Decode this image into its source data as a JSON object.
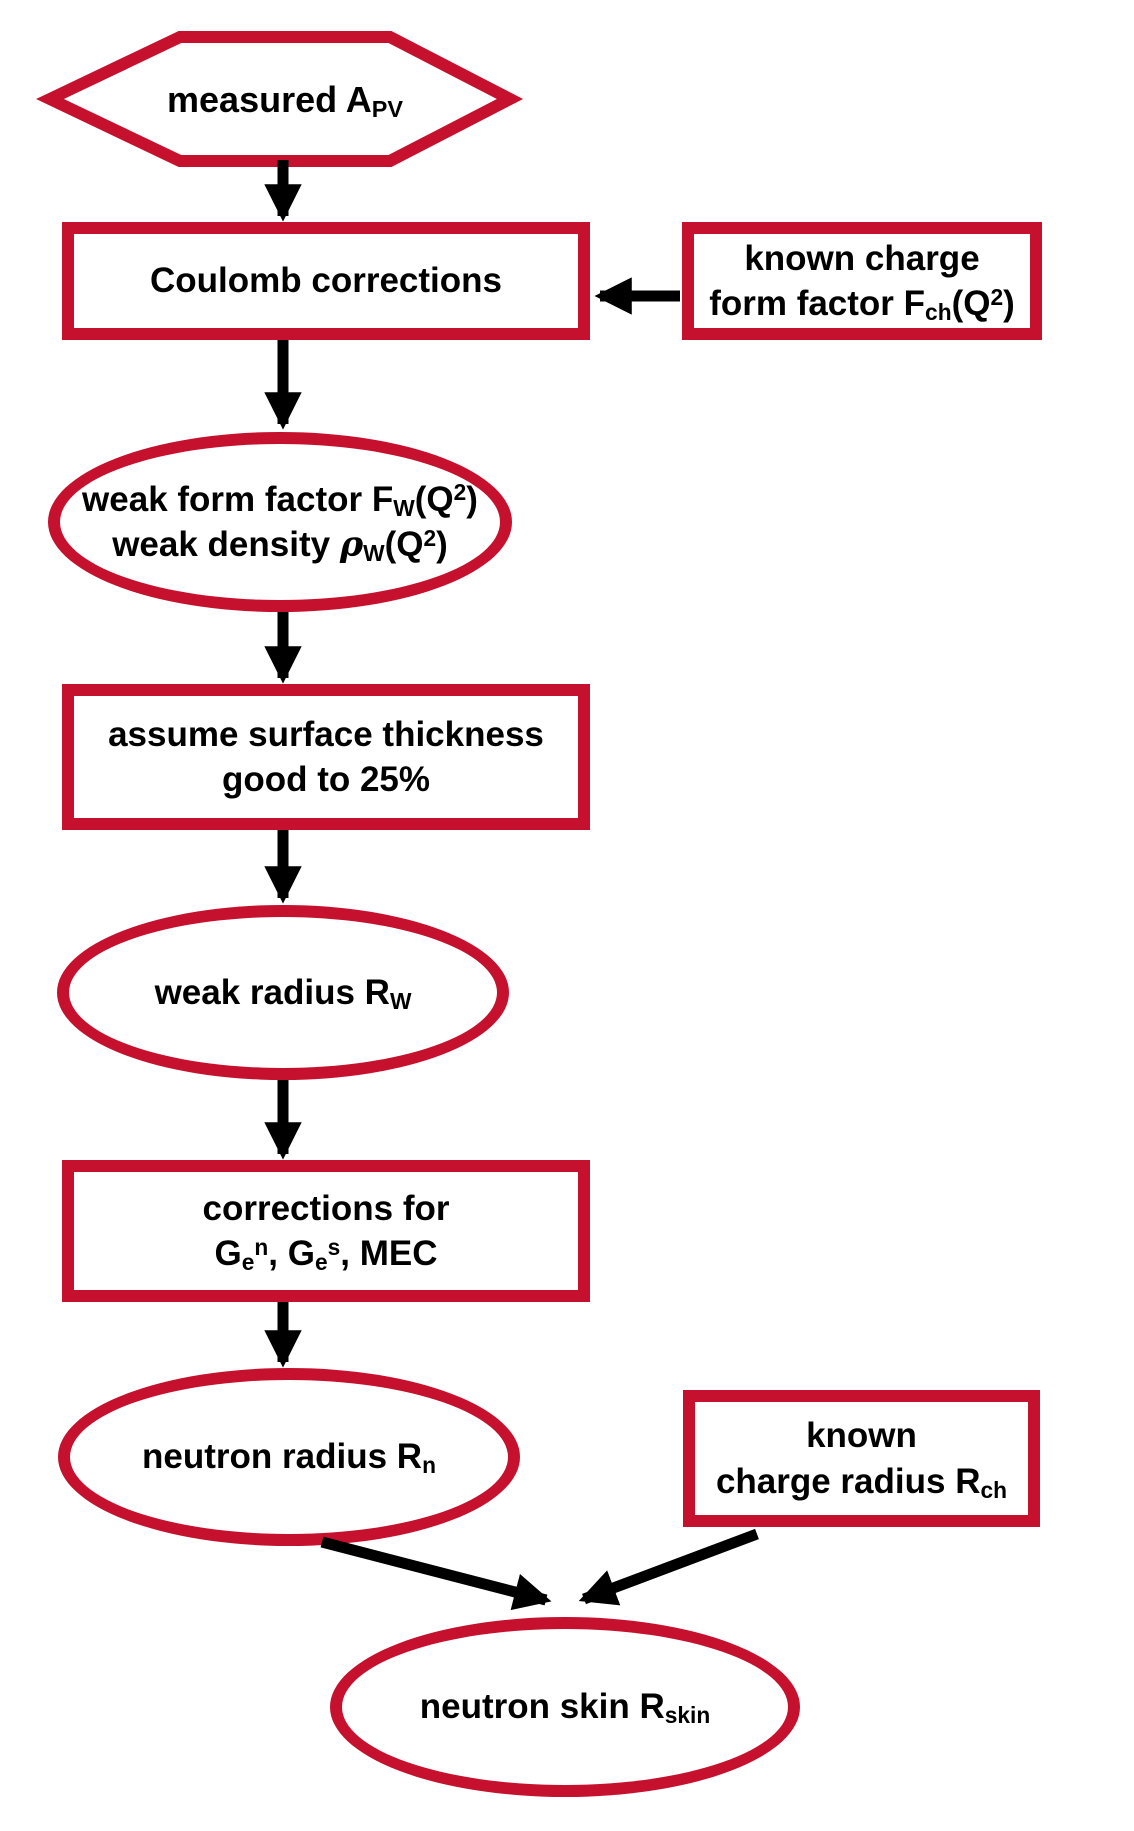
{
  "diagram": {
    "type": "flowchart",
    "colors": {
      "shape_outline": "#c5102e",
      "arrow": "#000000",
      "text": "#000000",
      "background": "#ffffff"
    },
    "nodes": {
      "measured_apv": {
        "shape": "hexagon",
        "line1": [
          {
            "t": "measured A"
          },
          {
            "sub": "PV"
          }
        ]
      },
      "coulomb_corrections": {
        "shape": "rect",
        "line1": [
          {
            "t": "Coulomb corrections"
          }
        ]
      },
      "known_charge_form_factor": {
        "shape": "rect",
        "line1": [
          {
            "t": "known charge"
          }
        ],
        "line2": [
          {
            "t": "form factor F"
          },
          {
            "sub": "ch"
          },
          {
            "t": "(Q"
          },
          {
            "sup": "2"
          },
          {
            "t": ")"
          }
        ]
      },
      "weak_form_factor": {
        "shape": "ellipse",
        "line1": [
          {
            "t": "weak form factor F"
          },
          {
            "sub": "W"
          },
          {
            "t": "(Q"
          },
          {
            "sup": "2"
          },
          {
            "t": ")"
          }
        ],
        "line2": [
          {
            "t": "weak density "
          },
          {
            "sym": "ρ"
          },
          {
            "sub": "W"
          },
          {
            "t": "(Q"
          },
          {
            "sup": "2"
          },
          {
            "t": ")"
          }
        ]
      },
      "surface_thickness": {
        "shape": "rect",
        "line1": [
          {
            "t": "assume surface thickness"
          }
        ],
        "line2": [
          {
            "t": "good to 25%"
          }
        ]
      },
      "weak_radius": {
        "shape": "ellipse",
        "line1": [
          {
            "t": "weak radius R"
          },
          {
            "sub": "W"
          }
        ]
      },
      "corrections_gens": {
        "shape": "rect",
        "line1": [
          {
            "t": "corrections for"
          }
        ],
        "line2": [
          {
            "t": "G"
          },
          {
            "sub": "e"
          },
          {
            "sup": "n"
          },
          {
            "t": ", G"
          },
          {
            "sub": "e"
          },
          {
            "sup": "s"
          },
          {
            "t": ", MEC"
          }
        ]
      },
      "neutron_radius": {
        "shape": "ellipse",
        "line1": [
          {
            "t": "neutron radius R"
          },
          {
            "sub": "n"
          }
        ]
      },
      "known_charge_radius": {
        "shape": "rect",
        "line1": [
          {
            "t": "known"
          }
        ],
        "line2": [
          {
            "t": "charge radius R"
          },
          {
            "sub": "ch"
          }
        ]
      },
      "neutron_skin": {
        "shape": "ellipse",
        "line1": [
          {
            "t": "neutron skin R"
          },
          {
            "sub": "skin"
          }
        ]
      }
    },
    "edges": [
      {
        "from": "measured_apv",
        "to": "coulomb_corrections"
      },
      {
        "from": "known_charge_form_factor",
        "to": "coulomb_corrections"
      },
      {
        "from": "coulomb_corrections",
        "to": "weak_form_factor"
      },
      {
        "from": "weak_form_factor",
        "to": "surface_thickness"
      },
      {
        "from": "surface_thickness",
        "to": "weak_radius"
      },
      {
        "from": "weak_radius",
        "to": "corrections_gens"
      },
      {
        "from": "corrections_gens",
        "to": "neutron_radius"
      },
      {
        "from": "neutron_radius",
        "to": "neutron_skin"
      },
      {
        "from": "known_charge_radius",
        "to": "neutron_skin"
      }
    ]
  }
}
